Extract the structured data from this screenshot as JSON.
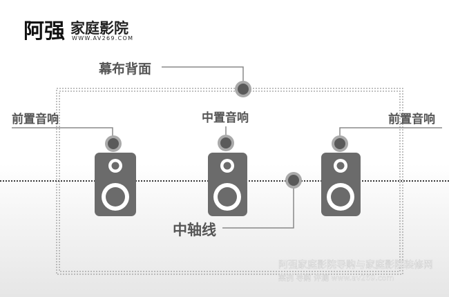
{
  "logo": {
    "main": "阿强",
    "sub": "家庭影院",
    "url": "WWW.AV269.COM"
  },
  "labels": {
    "screen_back": "幕布背面",
    "front_left": "前置音响",
    "center": "中置音响",
    "front_right": "前置音响",
    "center_axis": "中轴线"
  },
  "watermark": {
    "line1": "阿强家庭影院导购与家庭影院装修网",
    "line2": "案例  导购  评测  www.av269.com"
  },
  "colors": {
    "speaker": "#6b6b6b",
    "marker": "#5a5a5a",
    "marker_ring": "#aaaaaa",
    "line": "#888888"
  }
}
